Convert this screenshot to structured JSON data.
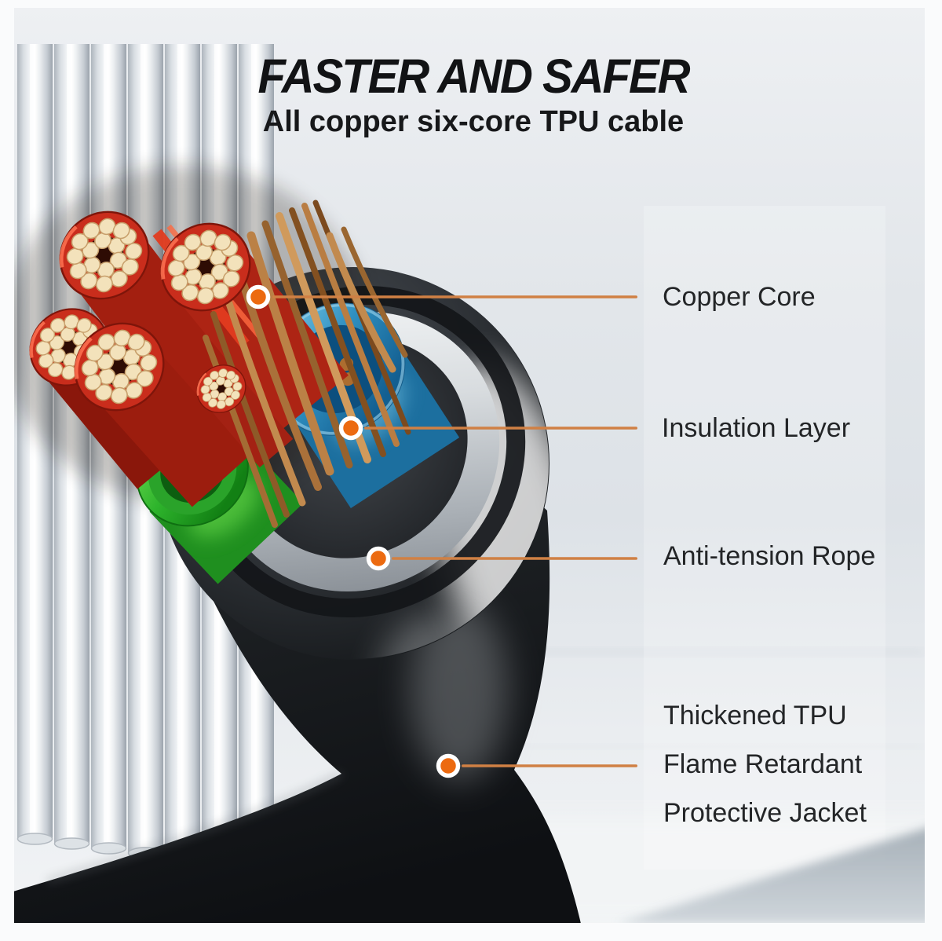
{
  "header": {
    "title": "FASTER AND SAFER",
    "subtitle": "All copper six-core TPU cable"
  },
  "callouts": [
    {
      "label": "Copper Core"
    },
    {
      "label": "Insulation Layer"
    },
    {
      "label": "Anti-tension Rope"
    },
    {
      "lines": [
        "Thickened TPU",
        "Flame Retardant",
        "Protective Jacket"
      ]
    }
  ],
  "colors": {
    "accent_orange": "#ec6a10",
    "leader_line": "#d08044",
    "jacket_black": "#1b1e21",
    "sheath_gray": "#c7ccd1",
    "insulation_blue": "#2f8fc0",
    "insulation_green": "#2eb42c",
    "bundle_red": "#c92d1c",
    "strand_cream": "#f3e2bb",
    "copper": "#b97d42"
  }
}
